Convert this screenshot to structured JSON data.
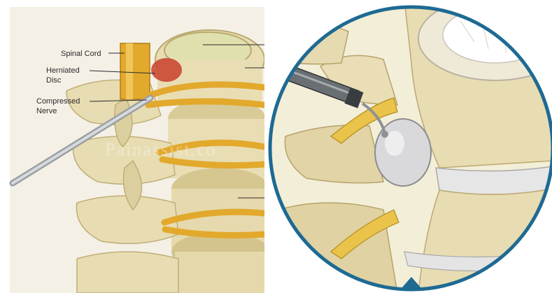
{
  "left_illustration": {
    "labels": {
      "spinal_cord": "Spinal Cord",
      "herniated_line1": "Herniated",
      "herniated_line2": "Disc",
      "compressed_line1": "Compressed",
      "compressed_line2": "Nerve"
    },
    "watermark": "Painassist.co"
  },
  "colors": {
    "bone": "#e9ddb4",
    "bone_shadow": "#c9b983",
    "nerve": "#e2a92c",
    "disc_red": "#c8402c",
    "frame_blue": "#1e6a93",
    "instrument": "#6a6f73"
  }
}
